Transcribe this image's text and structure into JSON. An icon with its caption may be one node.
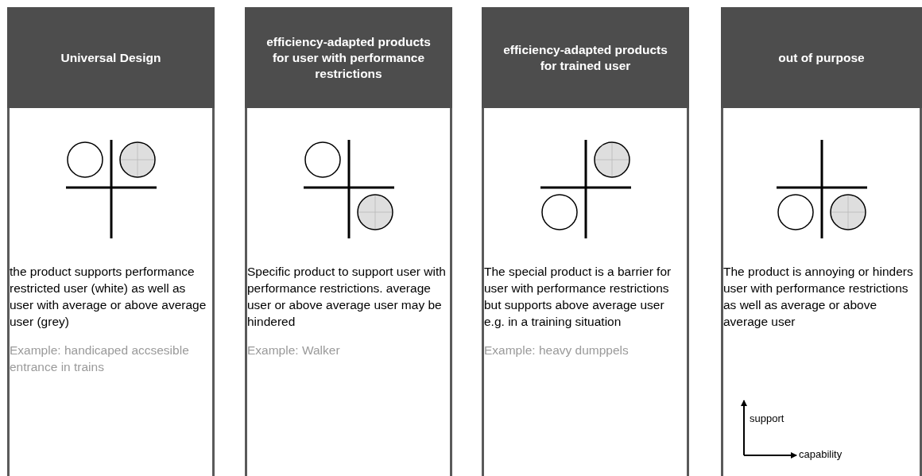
{
  "diagram": {
    "nodes": [
      {
        "text": [
          "Universal Design",
          "the product supports performance restricted user (white) as well as user with average or above average user (grey)",
          "Example: handicaped accsesible entrance in trains"
        ]
      },
      {
        "text": [
          "efficiency-adapted products for user with performance restrictions",
          "Specific product to support user with performance restrictions. average user or above average user may be hindered",
          "Example: Walker"
        ]
      },
      {
        "text": [
          "efficiency-adapted products for trained user",
          "The special product is a barrier for user with performance restrictions but supports above average user e.g. in a training situation",
          "Example: heavy dumppels"
        ]
      },
      {
        "text": [
          "out of purpose",
          "The product is annoying or hinders user with performance restrictions as well as average or above average user"
        ]
      }
    ],
    "labels": [
      "support",
      "capability"
    ]
  }
}
